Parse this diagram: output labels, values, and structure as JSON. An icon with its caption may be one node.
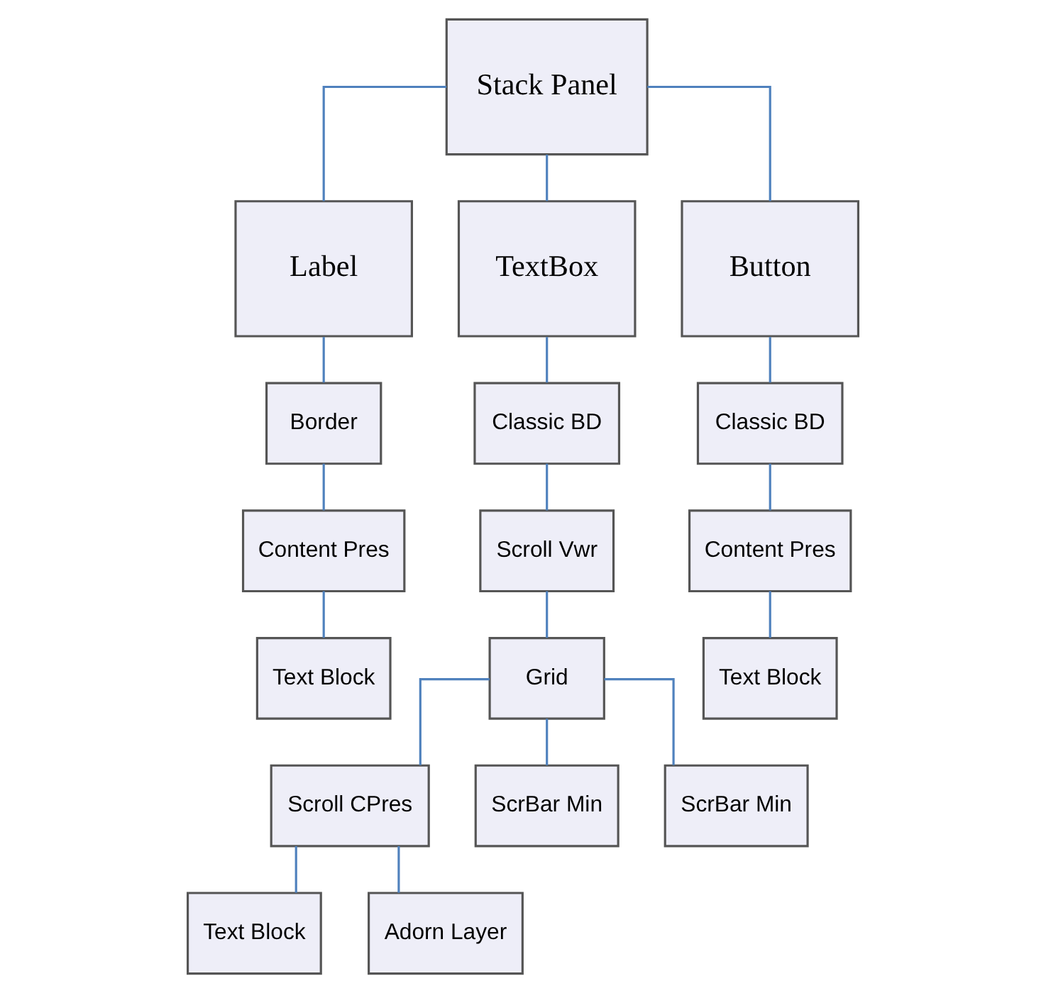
{
  "diagram": {
    "nodes": [
      {
        "text": [
          "Stack Panel"
        ]
      },
      {
        "text": [
          "Label"
        ]
      },
      {
        "text": [
          "TextBox"
        ]
      },
      {
        "text": [
          "Button"
        ]
      },
      {
        "text": [
          "Border"
        ]
      },
      {
        "text": [
          "Content Pres"
        ]
      },
      {
        "text": [
          "Text Block"
        ]
      },
      {
        "text": [
          "Classic BD"
        ]
      },
      {
        "text": [
          "Scroll Vwr"
        ]
      },
      {
        "text": [
          "Grid"
        ]
      },
      {
        "text": [
          "Classic BD"
        ]
      },
      {
        "text": [
          "Content Pres"
        ]
      },
      {
        "text": [
          "Text Block"
        ]
      },
      {
        "text": [
          "Scroll CPres"
        ]
      },
      {
        "text": [
          "ScrBar Min"
        ]
      },
      {
        "text": [
          "ScrBar Min"
        ]
      },
      {
        "text": [
          "Text Block"
        ]
      },
      {
        "text": [
          "Adorn Layer"
        ]
      }
    ],
    "edges": [
      {
        "from": 0,
        "to": 1,
        "arrow": "none"
      },
      {
        "from": 0,
        "to": 2,
        "arrow": "none"
      },
      {
        "from": 0,
        "to": 3,
        "arrow": "none"
      },
      {
        "from": 1,
        "to": 4,
        "arrow": "none"
      },
      {
        "from": 4,
        "to": 5,
        "arrow": "none"
      },
      {
        "from": 5,
        "to": 6,
        "arrow": "none"
      },
      {
        "from": 2,
        "to": 7,
        "arrow": "none"
      },
      {
        "from": 7,
        "to": 8,
        "arrow": "none"
      },
      {
        "from": 8,
        "to": 9,
        "arrow": "none"
      },
      {
        "from": 3,
        "to": 10,
        "arrow": "none"
      },
      {
        "from": 10,
        "to": 11,
        "arrow": "none"
      },
      {
        "from": 11,
        "to": 12,
        "arrow": "none"
      },
      {
        "from": 9,
        "to": 13,
        "arrow": "none"
      },
      {
        "from": 9,
        "to": 14,
        "arrow": "none"
      },
      {
        "from": 9,
        "to": 15,
        "arrow": "none"
      },
      {
        "from": 13,
        "to": 16,
        "arrow": "none"
      },
      {
        "from": 13,
        "to": 17,
        "arrow": "none"
      }
    ]
  }
}
